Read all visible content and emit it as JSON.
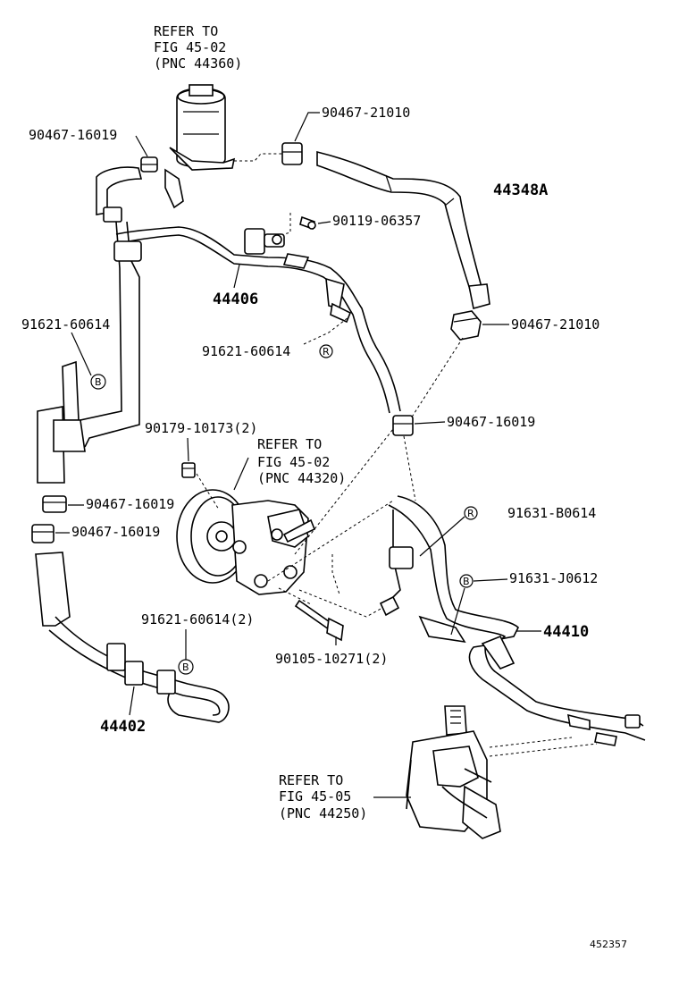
{
  "diagram_id": "452357",
  "notes": {
    "reservoir_ref": [
      "REFER TO",
      "FIG 45-02",
      "(PNC 44360)"
    ],
    "pump_ref": [
      "REFER TO",
      "FIG 45-02",
      "(PNC 44320)"
    ],
    "gear_ref": [
      "REFER TO",
      "FIG 45-05",
      "(PNC 44250)"
    ]
  },
  "labels": {
    "clamp_top_left": "90467-16019",
    "clamp_top_right": "90467-21010",
    "hose_44348A": "44348A",
    "bolt_06357": "90119-06357",
    "tube_44406": "44406",
    "clamp_mid_right": "90467-21010",
    "clip_left_60614": "91621-60614",
    "clip_mid_60614": "91621-60614",
    "clamp_16019_right": "90467-16019",
    "nut_10173": "90179-10173(2)",
    "clamp_16019_left_a": "90467-16019",
    "clamp_16019_left_b": "90467-16019",
    "clip_B0614": "91631-B0614",
    "clip_J0612": "91631-J0612",
    "tube_44410": "44410",
    "clip_60614_2": "91621-60614(2)",
    "bolt_10271": "90105-10271(2)",
    "tube_44402": "44402"
  },
  "markers": {
    "R": "R",
    "B": "B"
  }
}
